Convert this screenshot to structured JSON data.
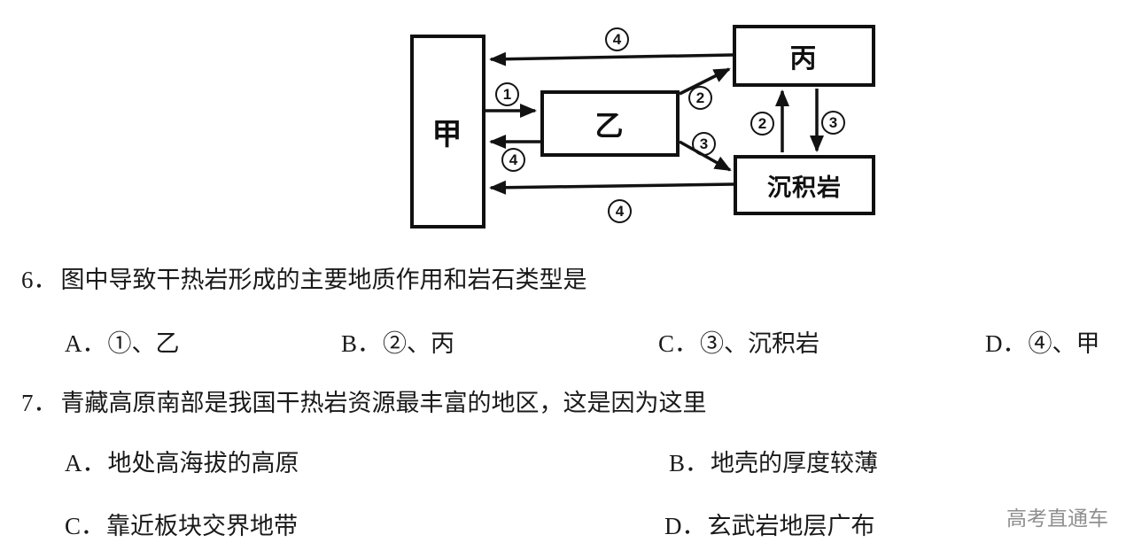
{
  "page": {
    "watermark": "高考直通车"
  },
  "diagram": {
    "boxes": {
      "jia": "甲",
      "yi": "乙",
      "bing": "丙",
      "sedimentary": "沉积岩"
    },
    "arrow_numbers": {
      "top_4": "4",
      "jia_to_yi_1": "1",
      "yi_to_jia_4": "4",
      "bottom_4": "4",
      "yi_to_bing_2": "2",
      "yi_to_sed_3": "3",
      "sed_to_bing_2": "2",
      "bing_to_sed_3": "3"
    }
  },
  "questions": [
    {
      "number": "6．",
      "stem": "图中导致干热岩形成的主要地质作用和岩石类型是",
      "options": [
        {
          "label": "A．",
          "text": "①、乙"
        },
        {
          "label": "B．",
          "text": "②、丙"
        },
        {
          "label": "C．",
          "text": "③、沉积岩"
        },
        {
          "label": "D．",
          "text": "④、甲"
        }
      ]
    },
    {
      "number": "7．",
      "stem": "青藏高原南部是我国干热岩资源最丰富的地区，这是因为这里",
      "options": [
        {
          "label": "A．",
          "text": "地处高海拔的高原"
        },
        {
          "label": "B．",
          "text": "地壳的厚度较薄"
        },
        {
          "label": "C．",
          "text": "靠近板块交界地带"
        },
        {
          "label": "D．",
          "text": "玄武岩地层广布"
        }
      ]
    }
  ]
}
